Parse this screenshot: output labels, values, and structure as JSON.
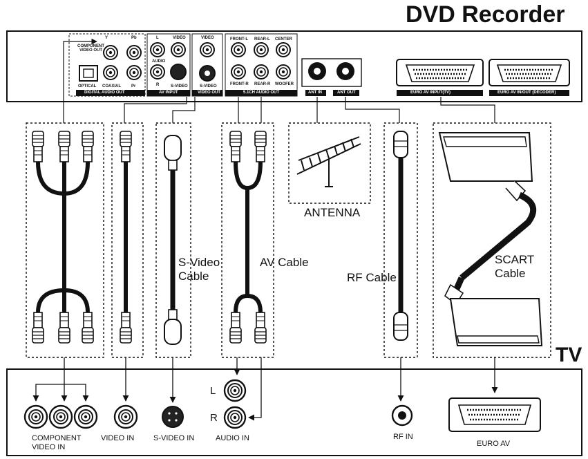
{
  "recorder": {
    "title": "DVD Recorder",
    "panel_labels": {
      "y": "Y",
      "pb": "Pb",
      "pr": "Pr",
      "component_out": "COMPONENT\nVIDEO OUT",
      "optical": "OPTICAL",
      "coaxial": "COAXIAL",
      "digital_audio_out": "DIGITAL AUDIO OUT",
      "av_l": "L",
      "av_audio": "AUDIO",
      "av_r": "R",
      "av_video": "VIDEO",
      "av_svideo": "S-VIDEO",
      "av_input": "AV INPUT",
      "video": "VIDEO",
      "svideo": "S-VIDEO",
      "video_out": "VIDEO OUT",
      "front_l": "FRONT-L",
      "rear_l": "REAR-L",
      "center": "CENTER",
      "front_r": "FRONT-R",
      "rear_r": "REAR-R",
      "woofer": "WOOFER",
      "audio_51_out": "5.1CH AUDIO OUT",
      "ant_in": "ANT IN",
      "ant_out": "ANT OUT",
      "euro_av_tv": "EURO AV INPUT(TV)",
      "euro_av_decoder": "EURO AV IN/OUT (DECODER)"
    }
  },
  "cables": {
    "antenna": "ANTENNA",
    "svideo": "S-Video\nCable",
    "av": "AV Cable",
    "rf": "RF Cable",
    "scart": "SCART\nCable"
  },
  "tv": {
    "title": "TV",
    "component": "COMPONENT\nVIDEO IN",
    "video_in": "VIDEO IN",
    "svideo_in": "S-VIDEO IN",
    "audio_l": "L",
    "audio_r": "R",
    "audio_in": "AUDIO IN",
    "rf_in": "RF IN",
    "euro_av": "EURO AV"
  }
}
